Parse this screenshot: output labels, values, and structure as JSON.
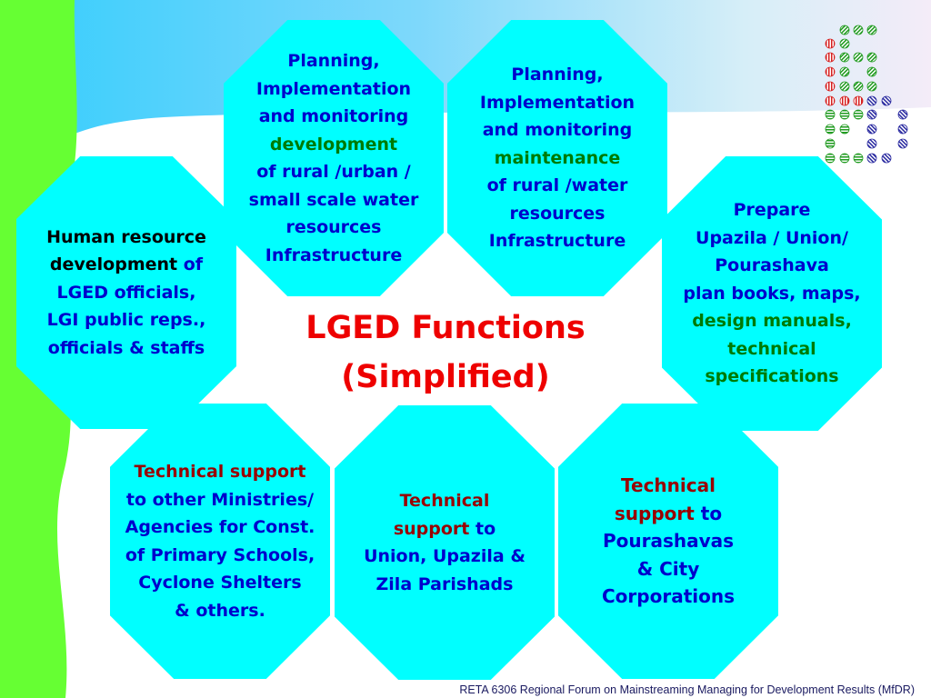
{
  "title": {
    "line1": "LGED Functions",
    "line2": "(Simplified)"
  },
  "boxes": {
    "planning_development": {
      "l1": "Planning,",
      "l2": "Implementation",
      "l3": "and monitoring",
      "l4": "development",
      "l5": "of rural /urban /",
      "l6": "small scale water",
      "l7": "resources",
      "l8": "Infrastructure"
    },
    "planning_maintenance": {
      "l1": "Planning,",
      "l2": "Implementation",
      "l3": "and monitoring",
      "l4": "maintenance",
      "l5": "of rural /water",
      "l6": "resources",
      "l7": "Infrastructure"
    },
    "hr_development": {
      "l1": "Human resource",
      "l2a": "development",
      "l2b": " of",
      "l3": "LGED officials,",
      "l4": "LGI public reps.,",
      "l5": "officials & staffs"
    },
    "plan_books": {
      "l1": "Prepare",
      "l2": "Upazila / Union/",
      "l3": "Pourashava",
      "l4": "plan books, maps,",
      "l5": "design manuals,",
      "l6": "technical",
      "l7": "specifications"
    },
    "support_ministries": {
      "l1": "Technical support",
      "l2": "to other Ministries/",
      "l3": "Agencies for Const.",
      "l4": "of Primary Schools,",
      "l5": "Cyclone Shelters",
      "l6": "& others."
    },
    "support_union": {
      "l1": "Technical",
      "l2a": "support",
      "l2b": " to",
      "l3": "Union, Upazila &",
      "l4": "Zila Parishads"
    },
    "support_pourashavas": {
      "l1": "Technical",
      "l2a": "support",
      "l2b": " to",
      "l3": "Pourashavas",
      "l4": "& City",
      "l5": "Corporations"
    }
  },
  "footer": "RETA 6306 Regional Forum on Mainstreaming Managing for Development Results (MfDR)",
  "colors": {
    "octagon_fill": "#00ffff",
    "title_red": "#ee0000",
    "text_blue": "#0000cc",
    "text_green": "#007a00",
    "text_darkred": "#990000",
    "left_band": "#66ff33"
  }
}
